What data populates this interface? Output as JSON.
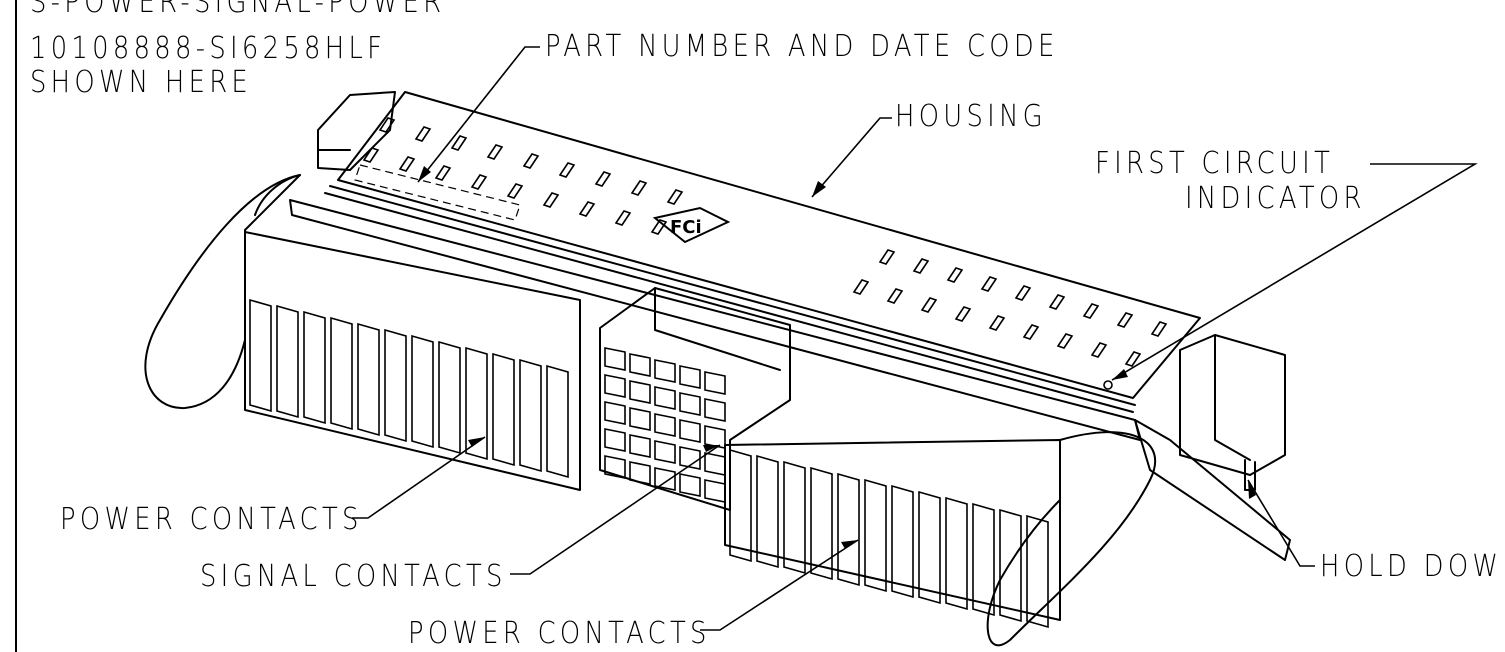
{
  "title_block": {
    "line1": "S-POWER-SIGNAL-POWER",
    "line2": "10108888-SI6258HLF",
    "line3": "SHOWN HERE"
  },
  "callouts": {
    "part_number": "PART NUMBER AND DATE CODE",
    "housing": "HOUSING",
    "first_circuit_1": "FIRST CIRCUIT",
    "first_circuit_2": "INDICATOR",
    "power_contacts_left": "POWER CONTACTS",
    "signal_contacts": "SIGNAL CONTACTS",
    "power_contacts_bottom": "POWER CONTACTS",
    "hold_down": "HOLD DOWN"
  },
  "logo": {
    "text": "FCi"
  }
}
